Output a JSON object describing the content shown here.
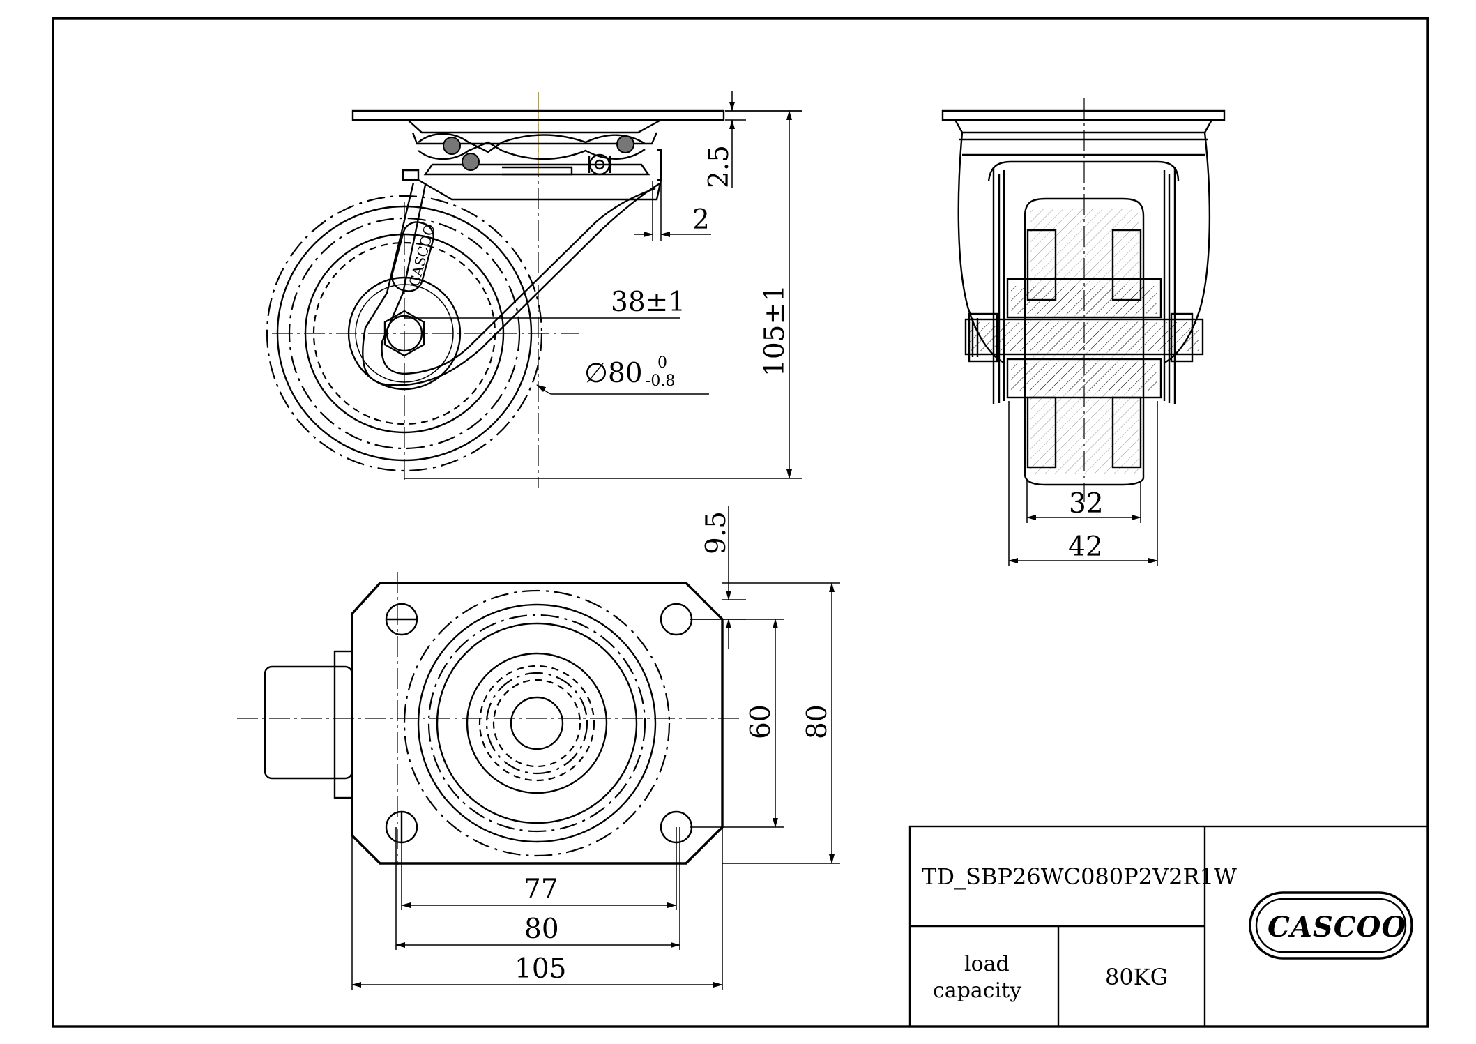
{
  "dimensions": {
    "plate_thickness": "2.5",
    "offset": "2",
    "swivel_offset": "38±1",
    "wheel_diameter": "∅80",
    "wheel_tol_upper": "0",
    "wheel_tol_lower": "-0.8",
    "total_height": "105±1",
    "wheel_width": "32",
    "fork_width": "42",
    "hole_offset": "9.5",
    "hole_spacing_y": "60",
    "plate_width_y": "80",
    "hole_spacing_x": "77",
    "plate_inner_x": "80",
    "plate_width_x": "105"
  },
  "title_block": {
    "model": "TD_SBP26WC080P2V2R1W",
    "load_label_1": "load",
    "load_label_2": "capacity",
    "load_value": "80KG",
    "logo_text": "CASCOO"
  },
  "fork_logo_text": "CASCOO"
}
